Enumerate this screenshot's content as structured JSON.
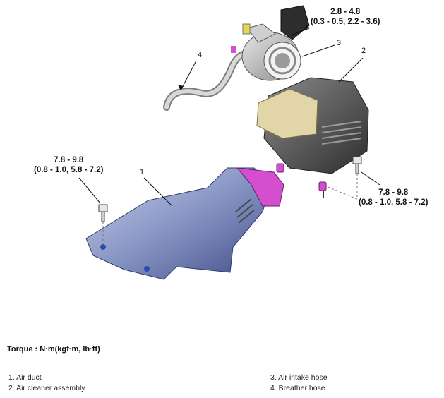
{
  "torque_specs": {
    "hose_clamp_line1": "2.8 - 4.8",
    "hose_clamp_line2": "(0.3 - 0.5, 2.2 - 3.6)",
    "duct_bolt_line1": "7.8 - 9.8",
    "duct_bolt_line2": "(0.8 - 1.0, 5.8 - 7.2)",
    "cleaner_bolt_line1": "7.8 - 9.8",
    "cleaner_bolt_line2": "(0.8 - 1.0, 5.8 - 7.2)"
  },
  "part_numbers": {
    "n1": "1",
    "n2": "2",
    "n3": "3",
    "n4": "4"
  },
  "torque_unit": "Torque : N·m(kgf·m, lb·ft)",
  "legend": {
    "left": [
      "1. Air duct",
      "2. Air cleaner assembly"
    ],
    "right": [
      "3. Air intake hose",
      "4. Breather hose"
    ]
  },
  "colors": {
    "duct_blue": "#6f7fb0",
    "clamp_magenta": "#d44fd0",
    "cleaner_gray": "#5a5a5a",
    "cover_beige": "#e2d6a8"
  }
}
